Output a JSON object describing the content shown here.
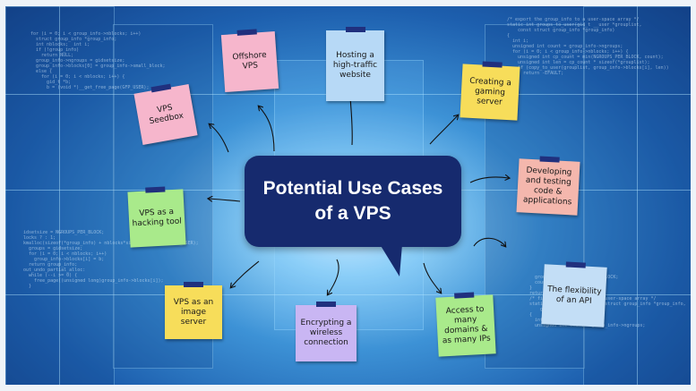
{
  "title": "Potential Use Cases of a VPS",
  "notes": {
    "offshore": "Offshore VPS",
    "hosting": "Hosting a high-traffic website",
    "gaming": "Creating a gaming server",
    "seedbox": "VPS Seedbox",
    "developing": "Developing and testing code & applications",
    "hacking": "VPS as a hacking tool",
    "image": "VPS as an image server",
    "encrypting": "Encrypting a wireless connection",
    "domains": "Access to many domains & as many IPs",
    "api": "The flexibility of an API"
  },
  "colors": {
    "bubble": "#162a6e",
    "tape": "#20307e",
    "pink": "#f6b6cc",
    "blue": "#b7d9f6",
    "yellow": "#f7dd5a",
    "salmon": "#f4b7ad",
    "green": "#a9ea8b",
    "purple": "#c9b6f3",
    "light_blue": "#c3def6"
  }
}
